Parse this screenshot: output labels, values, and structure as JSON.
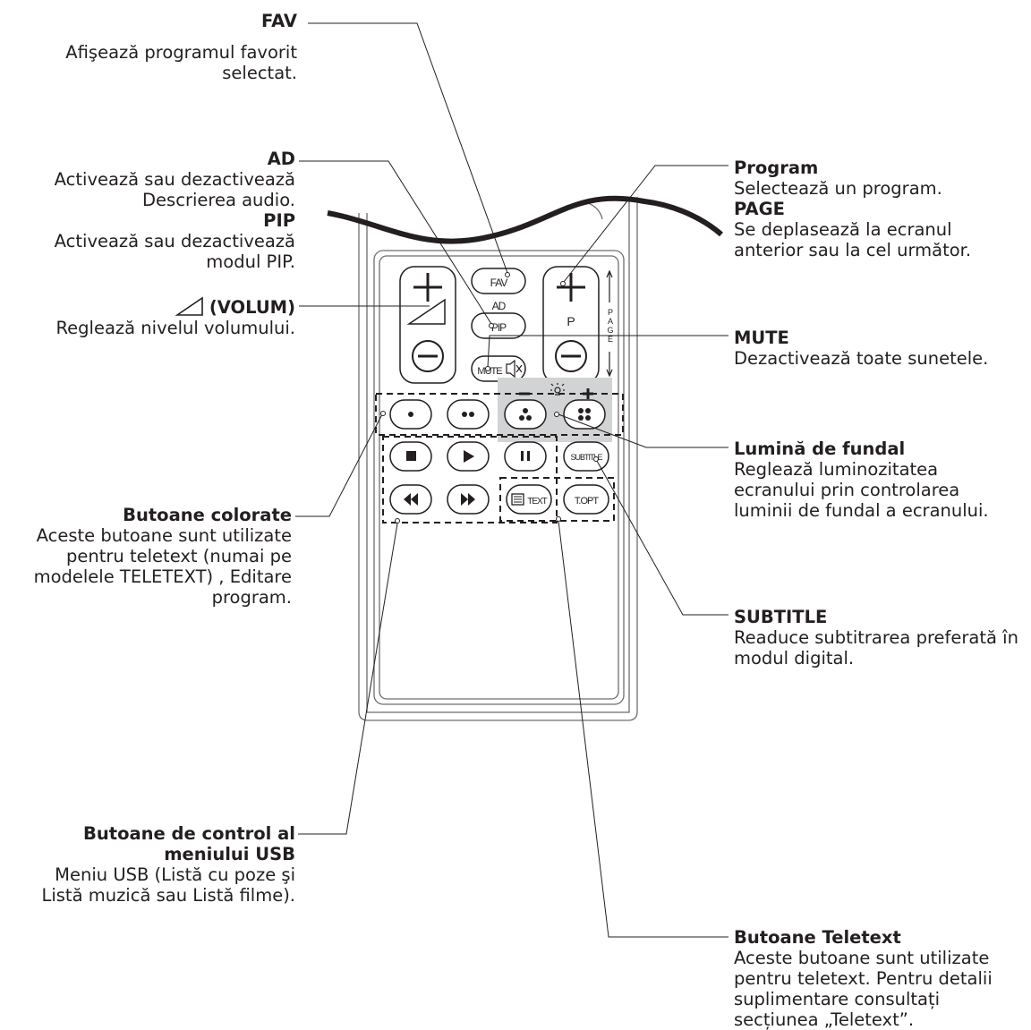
{
  "left_labels": {
    "fav": {
      "title": "FAV",
      "desc": "Afişează programul favorit selectat."
    },
    "ad": {
      "title": "AD",
      "desc": "Activează sau dezactivează Descrierea audio."
    },
    "pip": {
      "title": "PIP",
      "desc": "Activează sau dezactivează modul PIP."
    },
    "volum": {
      "title": "(VOLUM)",
      "desc": "Reglează nivelul volumului."
    },
    "color": {
      "title": "Butoane colorate",
      "desc": "Aceste butoane sunt utilizate pentru teletext (numai pe modelele TELETEXT) , Editare program."
    },
    "usb": {
      "title": "Butoane de control al meniului USB",
      "desc": "Meniu USB (Listă cu poze şi Listă muzică sau Listă filme)."
    }
  },
  "right_labels": {
    "program": {
      "title": "Program",
      "desc": "Selectează un program."
    },
    "page": {
      "title": "PAGE",
      "desc": "Se deplasează la ecranul anterior sau la cel următor."
    },
    "mute": {
      "title": "MUTE",
      "desc": "Dezactivează toate sunetele."
    },
    "backlight": {
      "title": "Lumină de fundal",
      "desc": "Reglează luminozitatea ecranului prin controlarea luminii de fundal a ecranului."
    },
    "subtitle": {
      "title": "SUBTITLE",
      "desc": "Readuce subtitrarea preferată în modul digital."
    },
    "teletext": {
      "title": "Butoane Teletext",
      "desc": "Aceste butoane sunt utilizate pentru teletext. Pentru detalii suplimentare consultați secțiunea „Teletext”."
    }
  },
  "remote": {
    "fav": "FAV",
    "ad": "AD",
    "pip": "PIP",
    "p": "P",
    "page_letters": [
      "P",
      "A",
      "G",
      "E"
    ],
    "mute": "MUTE",
    "subtitle": "SUBTITLE",
    "text": "TEXT",
    "topt": "T.OPT"
  }
}
